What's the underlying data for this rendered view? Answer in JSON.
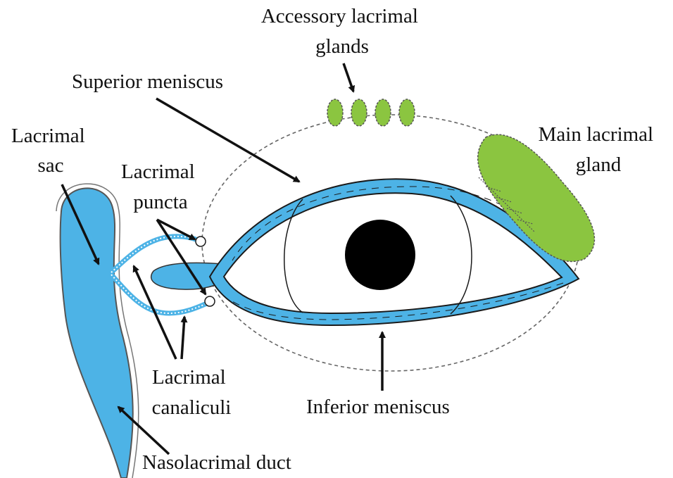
{
  "labels": {
    "accessory_lacrimal_glands": [
      "Accessory lacrimal",
      "glands"
    ],
    "superior_meniscus": "Superior meniscus",
    "main_lacrimal_gland": [
      "Main lacrimal",
      "gland"
    ],
    "lacrimal_sac": [
      "Lacrimal",
      "sac"
    ],
    "lacrimal_puncta": [
      "Lacrimal",
      "puncta"
    ],
    "lacrimal_canaliculi": [
      "Lacrimal",
      "canaliculi"
    ],
    "inferior_meniscus": "Inferior meniscus",
    "nasolacrimal_duct": "Nasolacrimal duct"
  },
  "colors": {
    "tear_film": "#4db3e6",
    "gland": "#8bc540",
    "outline": "#1a1a1a",
    "pupil": "#000000",
    "guide_dashes": "#666666"
  }
}
